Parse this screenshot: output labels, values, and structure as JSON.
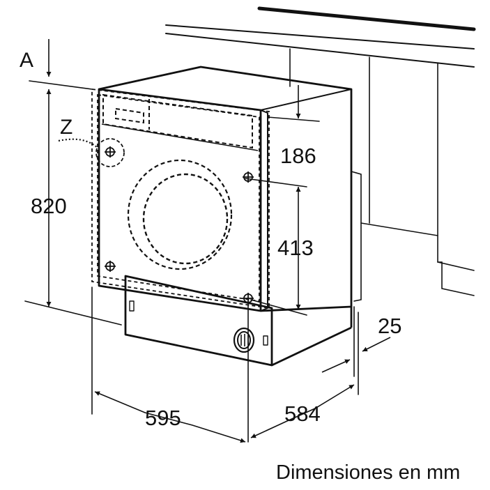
{
  "labels": {
    "label_a": "A",
    "label_z": "Z",
    "dim_820": "820",
    "dim_186": "186",
    "dim_413": "413",
    "dim_25": "25",
    "dim_595": "595",
    "dim_584": "584",
    "caption": "Dimensiones en mm"
  },
  "colors": {
    "ink": "#111111",
    "background": "#ffffff"
  }
}
